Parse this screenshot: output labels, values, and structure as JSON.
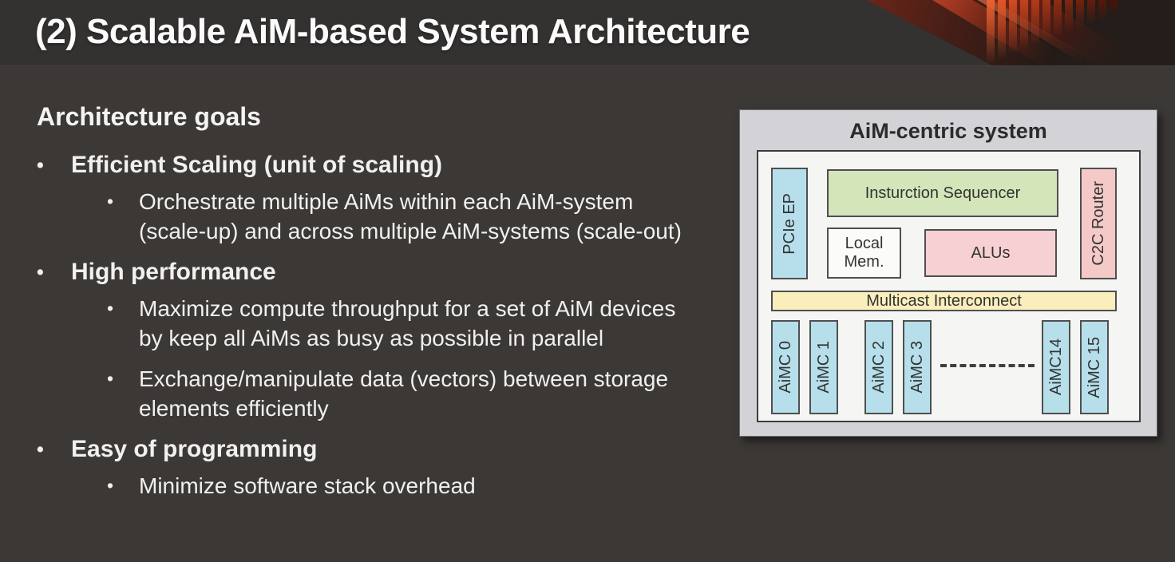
{
  "slide": {
    "title": "(2) Scalable AiM-based System Architecture"
  },
  "goals": {
    "heading": "Architecture goals",
    "bullet": "•",
    "items": [
      {
        "label": "Efficient Scaling (unit of scaling)",
        "subs": [
          "Orchestrate multiple AiMs within each AiM-system (scale-up) and across multiple AiM-systems (scale-out)"
        ]
      },
      {
        "label": "High performance",
        "subs": [
          "Maximize compute throughput for a set of AiM devices by keep all AiMs as busy as possible in parallel",
          "Exchange/manipulate data (vectors) between storage elements efficiently"
        ]
      },
      {
        "label": "Easy of programming",
        "subs": [
          "Minimize software stack overhead"
        ]
      }
    ]
  },
  "diagram": {
    "title": "AiM-centric system",
    "pcie_ep": "PCIe EP",
    "instruction_sequencer": "Insturction Sequencer",
    "local_mem": "Local Mem.",
    "alus": "ALUs",
    "c2c_router": "C2C Router",
    "multicast_interconnect": "Multicast Interconnect",
    "aimc_labels": [
      "AiMC 0",
      "AiMC 1",
      "AiMC 2",
      "AiMC 3",
      "AiMC14",
      "AiMC 15"
    ],
    "colors": {
      "panel_bg": "#d3d3d7",
      "inner_bg": "#f5f5f3",
      "blue": "#b6dfeb",
      "green": "#d3e5b9",
      "pink": "#f6d0d2",
      "salmon": "#f5c9c7",
      "yellow": "#fbeebd",
      "accent_red": "#c0391f"
    }
  }
}
